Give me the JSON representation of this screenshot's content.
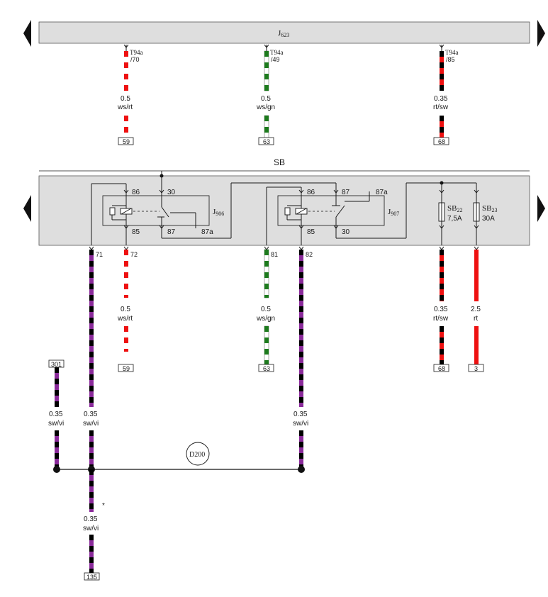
{
  "units": {
    "j623": {
      "label": "J",
      "sub": "623"
    },
    "sb": {
      "label": "SB"
    }
  },
  "colors": {
    "ws": "#ffffff",
    "rt": "#ee1111",
    "sw": "#000000",
    "gn": "#1c7a1c",
    "vi": "#8a2a9a",
    "bar": "#dedede"
  },
  "top_wires": [
    {
      "id": "w70",
      "conn_name": "T94a",
      "conn_pin": "/70",
      "size": "0.5",
      "color_code": "ws/rt",
      "terminal": "59"
    },
    {
      "id": "w49",
      "conn_name": "T94a",
      "conn_pin": "/49",
      "size": "0.5",
      "color_code": "ws/gn",
      "terminal": "63"
    },
    {
      "id": "w85",
      "conn_name": "T94a",
      "conn_pin": "/85",
      "size": "0.35",
      "color_code": "rt/sw",
      "terminal": "68"
    }
  ],
  "relays": [
    {
      "name": "J",
      "sub": "906",
      "pins": [
        "86",
        "30",
        "85",
        "87",
        "87a"
      ]
    },
    {
      "name": "J",
      "sub": "907",
      "pins": [
        "86",
        "87",
        "87a",
        "85",
        "30"
      ]
    }
  ],
  "fuses": [
    {
      "name": "SB",
      "sub": "22",
      "rating": "7,5A"
    },
    {
      "name": "SB",
      "sub": "23",
      "rating": "30A"
    }
  ],
  "bottom_wires": [
    {
      "id": "b71",
      "pin": "71",
      "size": "0.35",
      "color_code": "sw/vi"
    },
    {
      "id": "b72",
      "pin": "72",
      "size": "0.5",
      "color_code": "ws/rt",
      "terminal": "59"
    },
    {
      "id": "b81",
      "pin": "81",
      "size": "0.5",
      "color_code": "ws/gn",
      "terminal": "63"
    },
    {
      "id": "b82",
      "pin": "82",
      "size": "0.35",
      "color_code": "sw/vi"
    },
    {
      "id": "bsb22",
      "size": "0.35",
      "color_code": "rt/sw",
      "terminal": "68"
    },
    {
      "id": "bsb23",
      "size": "2.5",
      "color_code": "rt",
      "terminal": "3"
    }
  ],
  "extra_wires": [
    {
      "id": "x301",
      "terminal": "301",
      "size": "0.35",
      "color_code": "sw/vi"
    },
    {
      "id": "x135",
      "terminal": "135",
      "size": "0.35",
      "color_code": "sw/vi",
      "note": "*"
    }
  ],
  "splice": {
    "label": "D200"
  }
}
